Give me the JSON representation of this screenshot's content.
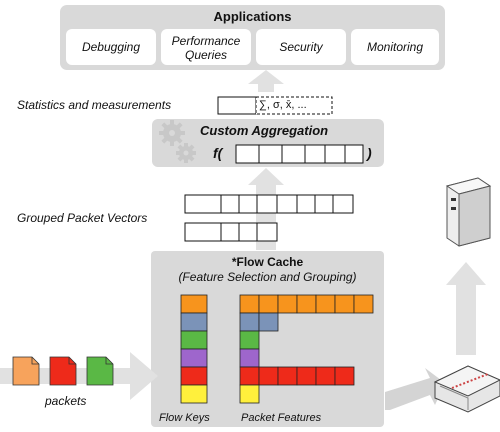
{
  "applications": {
    "title": "Applications",
    "items": [
      "Debugging",
      "Performance Queries",
      "Security",
      "Monitoring"
    ]
  },
  "statistics_label": "Statistics and measurements",
  "statistics_symbols": "∑, σ, x̄, ...",
  "aggregation": {
    "title": "Custom Aggregation",
    "function_prefix": "f(",
    "function_suffix": ")"
  },
  "grouped_label": "Grouped Packet Vectors",
  "flow_cache": {
    "title": "*Flow Cache",
    "subtitle": "(Feature Selection and Grouping)",
    "flow_keys_label": "Flow Keys",
    "packet_features_label": "Packet Features",
    "row_colors": [
      "#f7941d",
      "#7b93b8",
      "#5ab845",
      "#9e66cc",
      "#ee2a1a",
      "#fff03c"
    ],
    "row_feature_counts": [
      7,
      2,
      1,
      1,
      6,
      1
    ]
  },
  "packets_label": "packets",
  "packet_colors": [
    "#f7a35c",
    "#ee2a1a",
    "#5ab845"
  ],
  "colors": {
    "panel": "#d9d9d9",
    "panel_dark": "#bdbdbd",
    "arrow": "#e1e1e1",
    "gear": "#cdcdcd"
  }
}
